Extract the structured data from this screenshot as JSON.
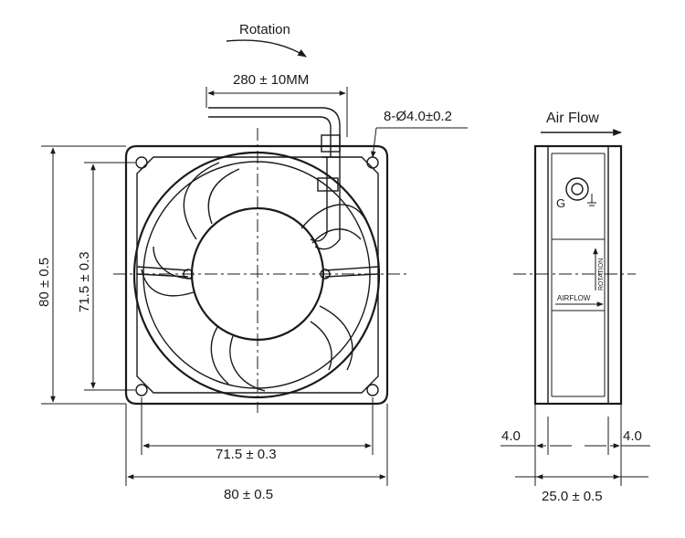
{
  "front_view": {
    "rotation_label": "Rotation",
    "lead_length": "280 ± 10MM",
    "holes": "8-Ø4.0±0.2",
    "outer_height": "80 ± 0.5",
    "hole_pitch_vertical": "71.5 ± 0.3",
    "hole_pitch_horizontal": "71.5 ± 0.3",
    "outer_width": "80 ± 0.5"
  },
  "side_view": {
    "airflow_title": "Air Flow",
    "ground_mark": "G",
    "rotation_mark": "ROTATION",
    "airflow_mark": "AIRFLOW",
    "flange_left": "4.0",
    "flange_right": "4.0",
    "depth": "25.0 ± 0.5"
  }
}
